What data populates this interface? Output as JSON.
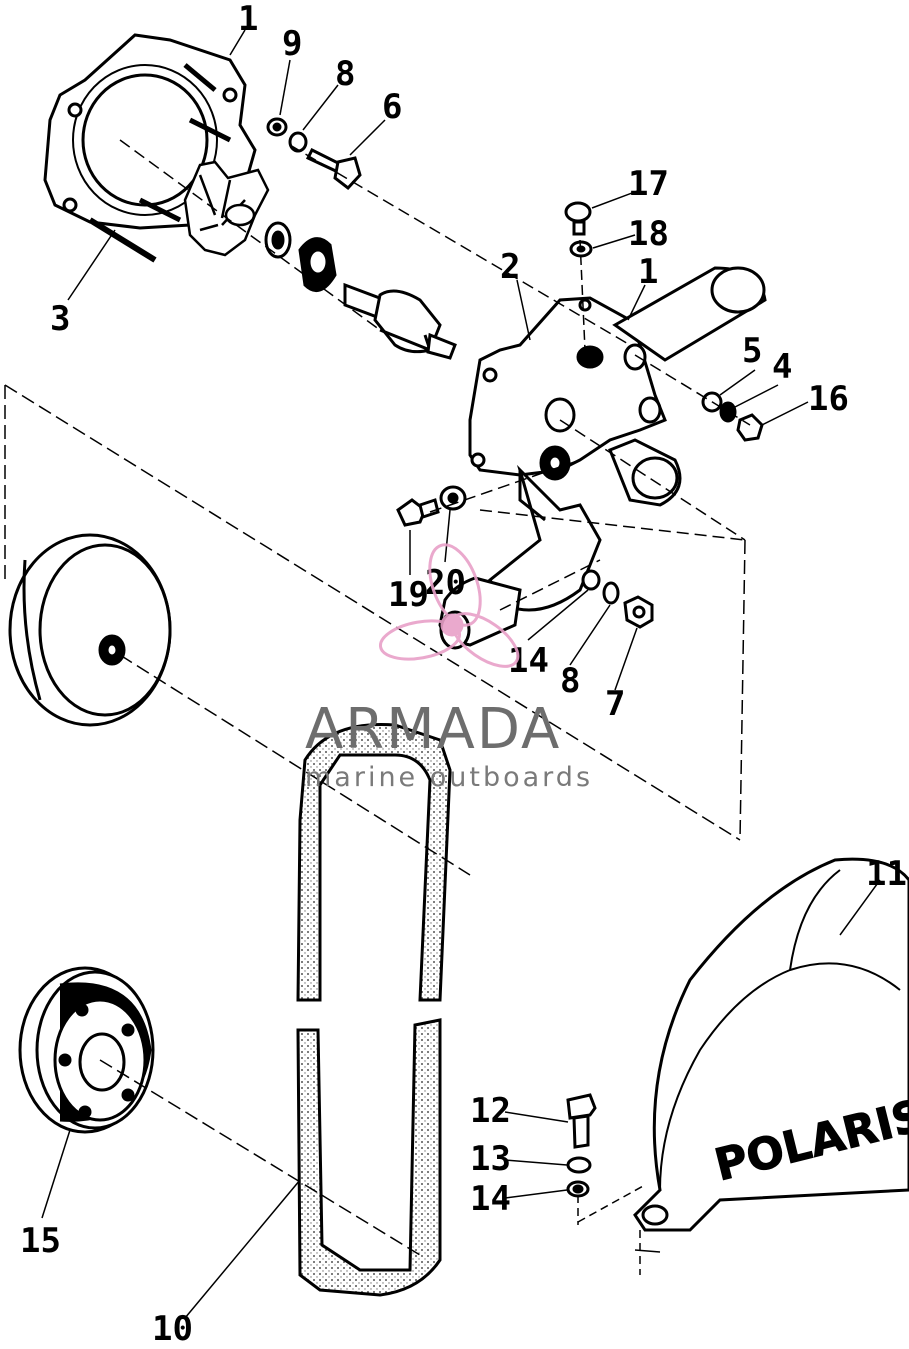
{
  "callouts": {
    "c1a": "1",
    "c9": "9",
    "c8a": "8",
    "c6": "6",
    "c3": "3",
    "c17": "17",
    "c18": "18",
    "c2": "2",
    "c1b": "1",
    "c5": "5",
    "c4": "4",
    "c16": "16",
    "c19": "19",
    "c20": "20",
    "c14a": "14",
    "c8b": "8",
    "c7": "7",
    "c11": "11",
    "c12": "12",
    "c13": "13",
    "c14b": "14",
    "c15": "15",
    "c10": "10"
  },
  "watermark": {
    "brand": "ARMADA",
    "tagline": "marine outboards",
    "colors": {
      "logo": "#e8a0c8",
      "text": "#6d6d6d"
    }
  },
  "cover_logo": "POLARIS"
}
